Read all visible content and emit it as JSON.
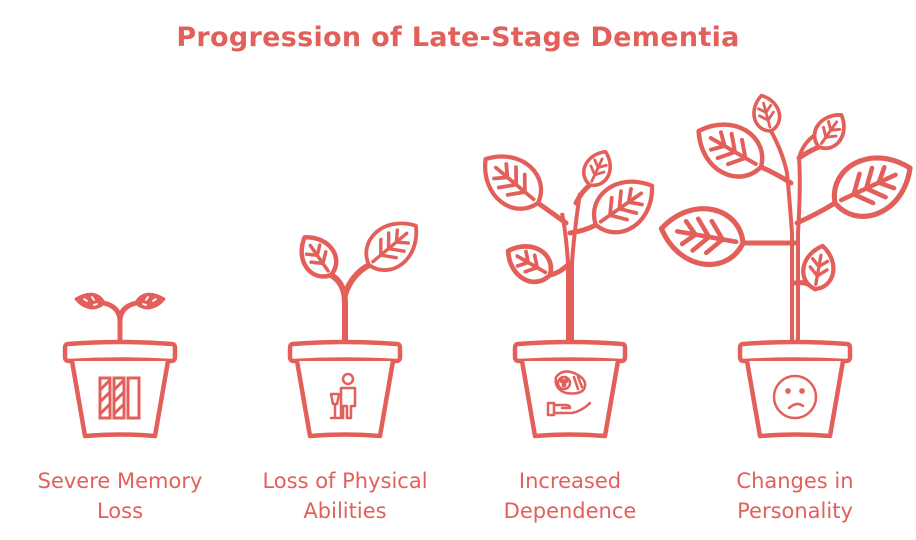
{
  "title": "Progression of Late-Stage Dementia",
  "colors": {
    "accent": "#E3605A",
    "background": "#FFFFFF"
  },
  "stages": [
    {
      "order": 1,
      "label_line1": "Severe Memory",
      "label_line2": "Loss",
      "plant_size": "sprout",
      "pot_icon": "memory-bars-icon"
    },
    {
      "order": 2,
      "label_line1": "Loss of Physical",
      "label_line2": "Abilities",
      "plant_size": "small",
      "pot_icon": "person-with-walker-icon"
    },
    {
      "order": 3,
      "label_line1": "Increased",
      "label_line2": "Dependence",
      "plant_size": "medium",
      "pot_icon": "hand-holding-baby-icon"
    },
    {
      "order": 4,
      "label_line1": "Changes in",
      "label_line2": "Personality",
      "plant_size": "large",
      "pot_icon": "sad-face-icon"
    }
  ]
}
